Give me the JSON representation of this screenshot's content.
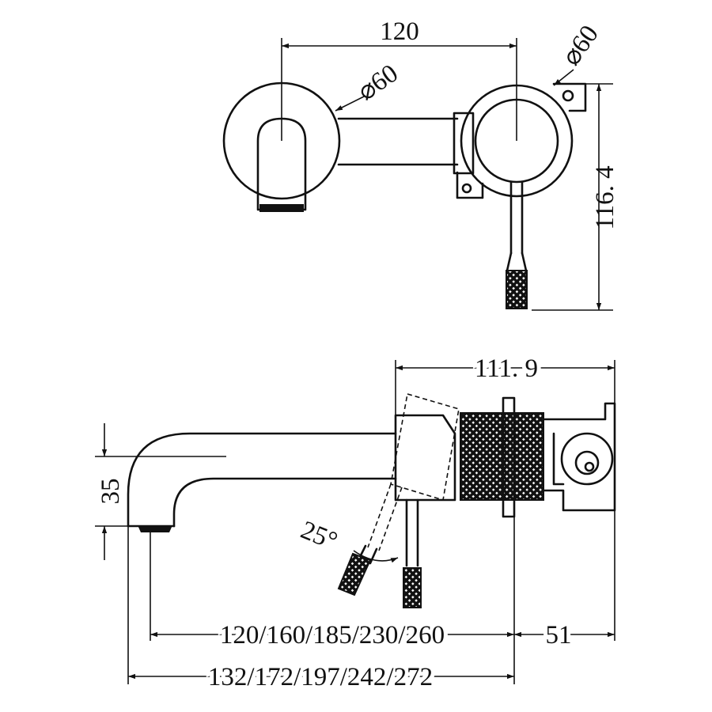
{
  "top_view": {
    "dim_spacing": "120",
    "dim_spout_diameter": "⌀60",
    "dim_mixer_diameter": "⌀60",
    "dim_height": "116. 4"
  },
  "side_view": {
    "dim_body_depth": "111. 9",
    "dim_spout_drop": "35",
    "dim_lever_angle": "25°",
    "dim_spout_lengths": "120/160/185/230/260",
    "dim_wall_depth": "51",
    "dim_total_lengths": "132/172/197/242/272"
  },
  "colors": {
    "line": "#111111",
    "background": "#ffffff"
  }
}
